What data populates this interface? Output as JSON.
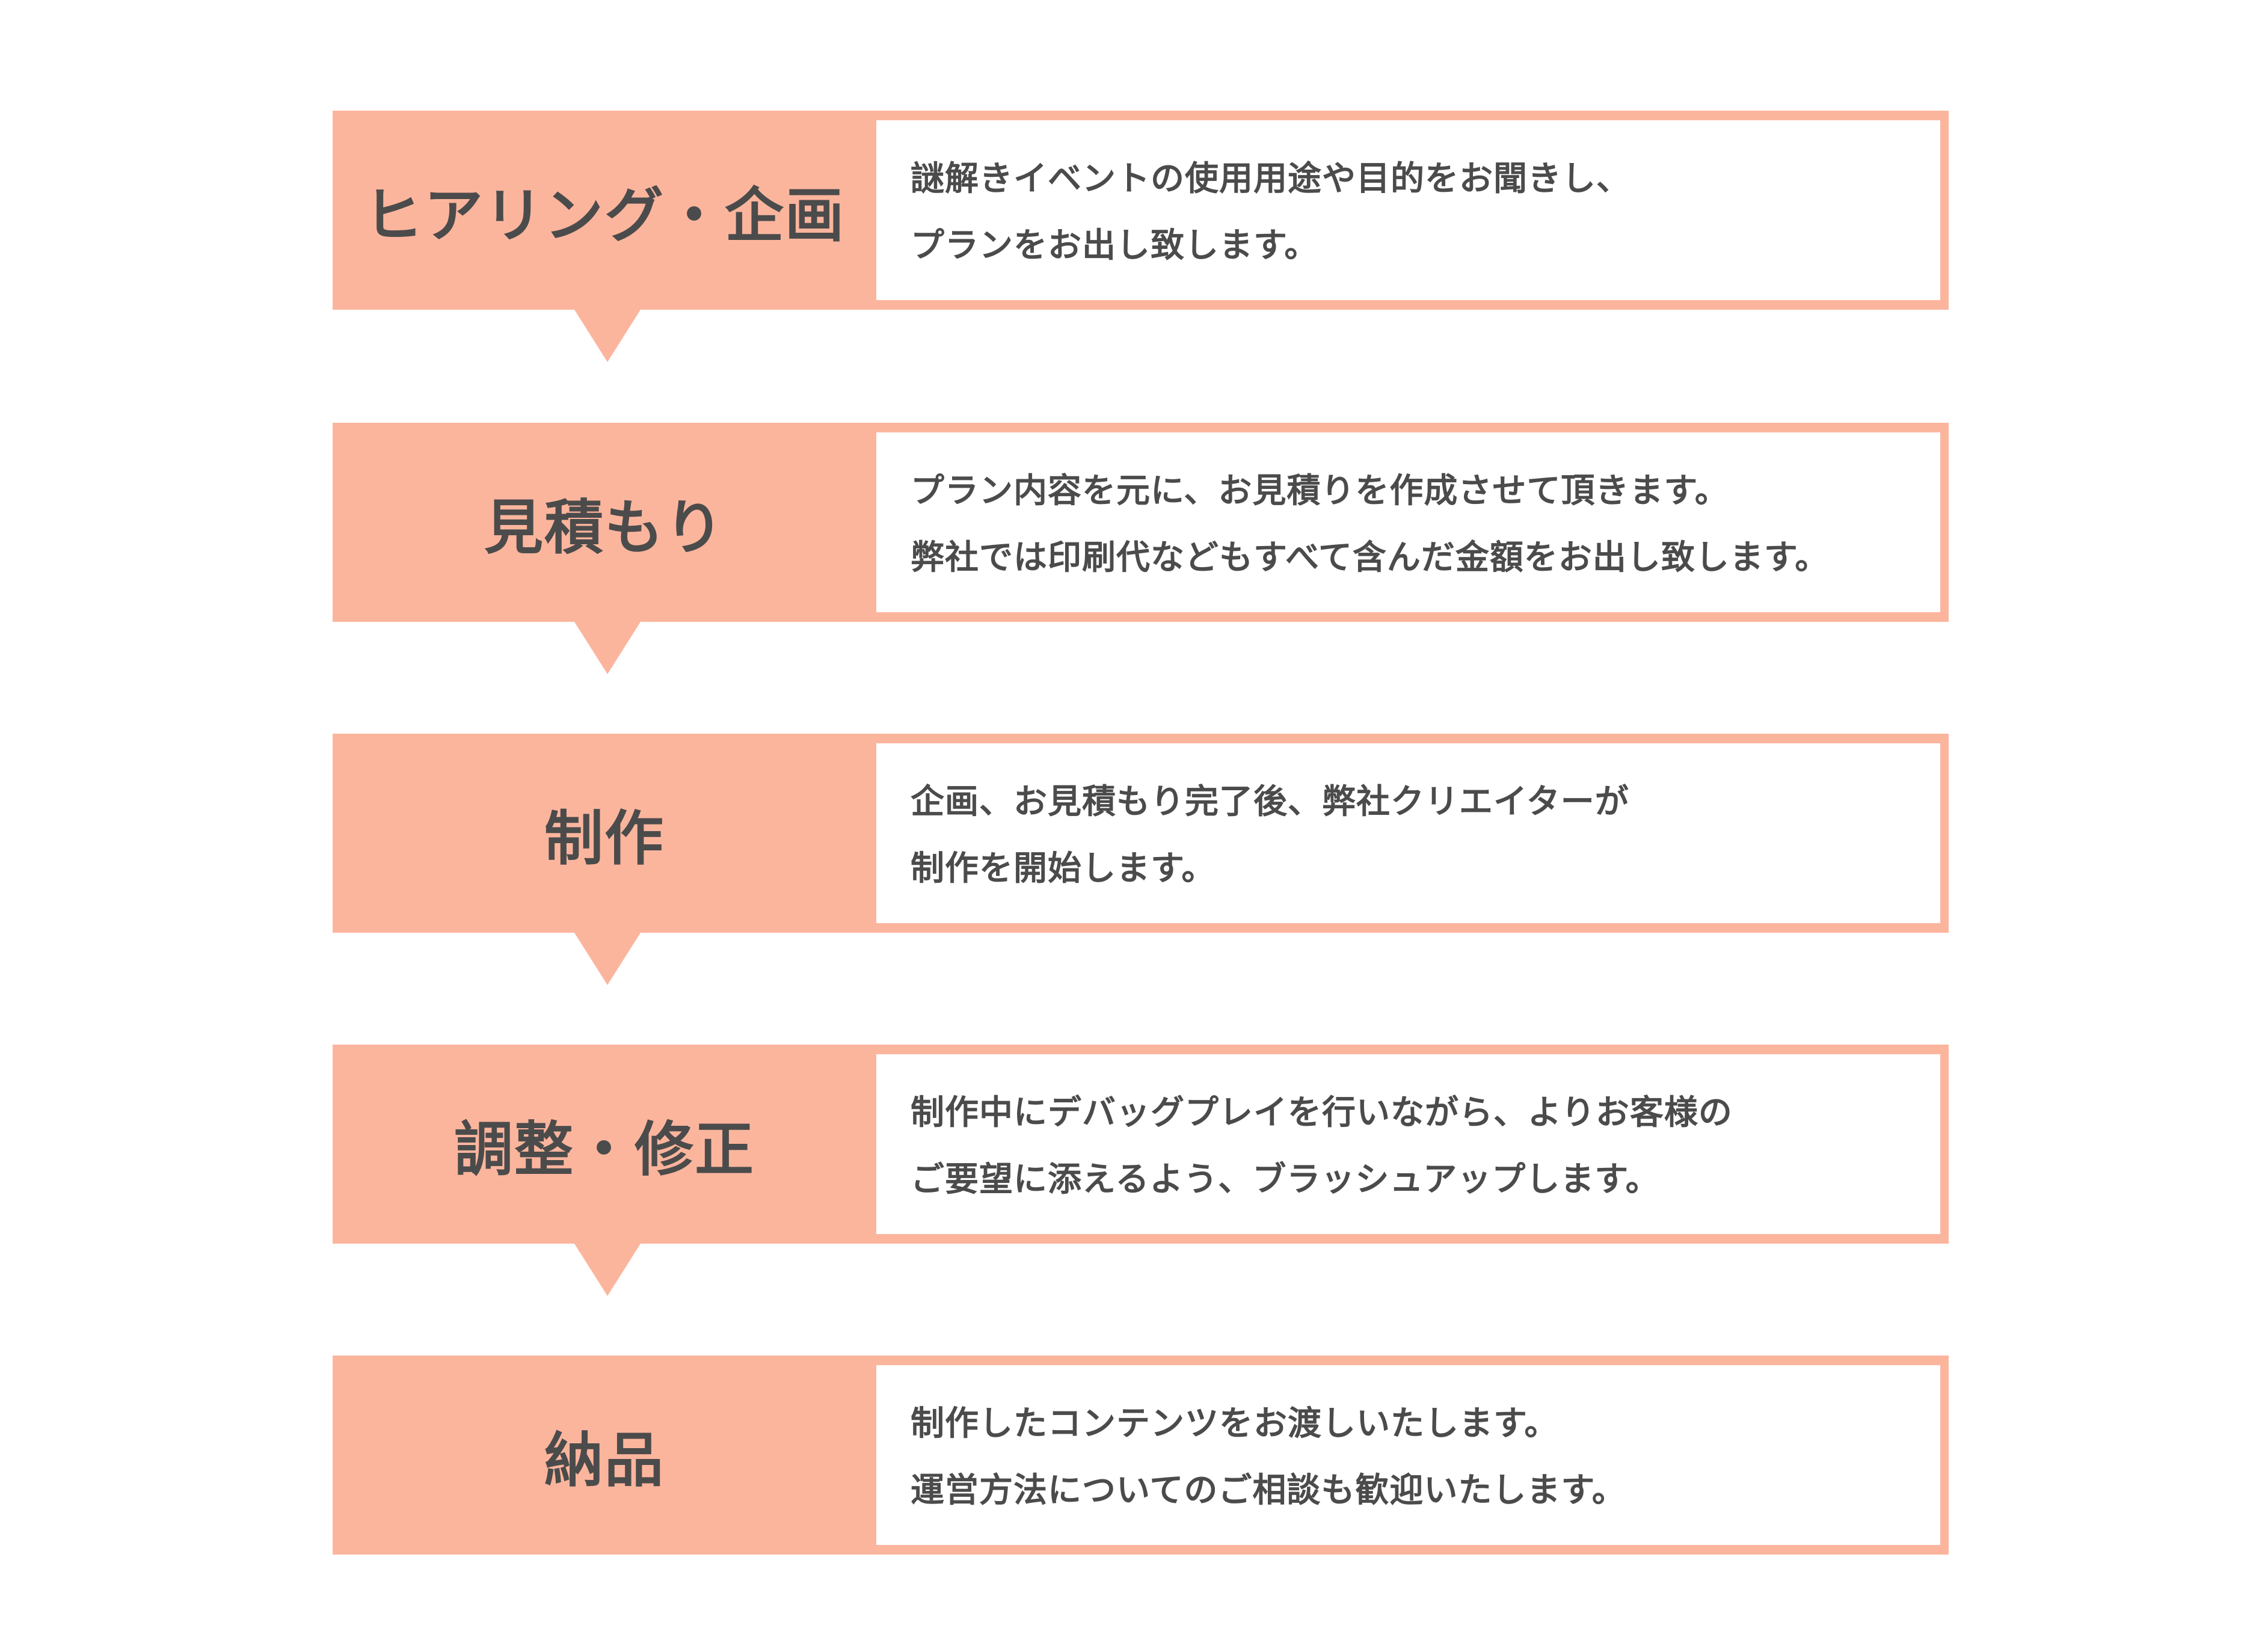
{
  "accent_color": "#fcb59d",
  "text_color": "#4b4b4b",
  "steps": [
    {
      "title": "ヒアリング・企画",
      "lines": [
        "謎解きイベントの使用用途や目的をお聞きし、",
        "プランをお出し致します。"
      ]
    },
    {
      "title": "見積もり",
      "lines": [
        "プラン内容を元に、お見積りを作成させて頂きます。",
        "弊社では印刷代などもすべて含んだ金額をお出し致します。"
      ]
    },
    {
      "title": "制作",
      "lines": [
        "企画、お見積もり完了後、弊社クリエイターが",
        "制作を開始します。"
      ]
    },
    {
      "title": "調整・修正",
      "lines": [
        "制作中にデバッグプレイを行いながら、よりお客様の",
        "ご要望に添えるよう、ブラッシュアップします。"
      ]
    },
    {
      "title": "納品",
      "lines": [
        "制作したコンテンツをお渡しいたします。",
        "運営方法についてのご相談も歓迎いたします。"
      ]
    }
  ]
}
